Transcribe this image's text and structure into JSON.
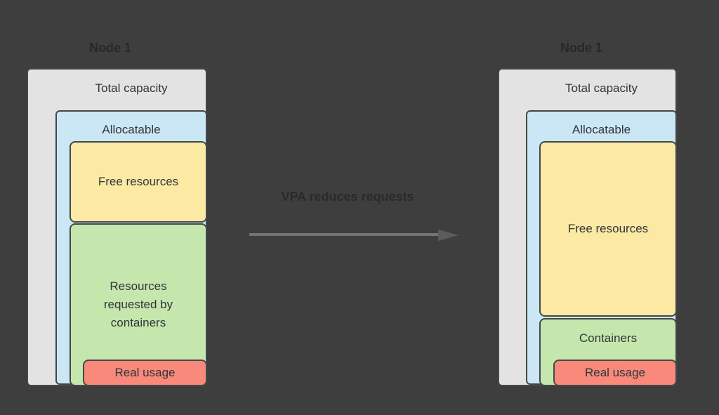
{
  "background_color": "#3e3e3e",
  "palette": {
    "capacity_fill": "#e3e3e3",
    "allocatable_fill": "#cbe6f4",
    "free_fill": "#fce9a4",
    "requested_fill": "#c5e7ad",
    "usage_fill": "#f9897a",
    "box_border": "#45484b",
    "box_text": "#323539",
    "title_text": "#282828",
    "arrow_color": "#757575"
  },
  "left_node": {
    "title": "Node 1",
    "capacity_label": "Total capacity",
    "allocatable_label": "Allocatable",
    "free_label": "Free resources",
    "requested_label": "Resources requested by containers",
    "usage_label": "Real usage"
  },
  "arrow": {
    "label": "VPA reduces requests",
    "direction": "right"
  },
  "right_node": {
    "title": "Node 1",
    "capacity_label": "Total capacity",
    "allocatable_label": "Allocatable",
    "free_label": "Free resources",
    "containers_label": "Containers",
    "usage_label": "Real usage"
  }
}
